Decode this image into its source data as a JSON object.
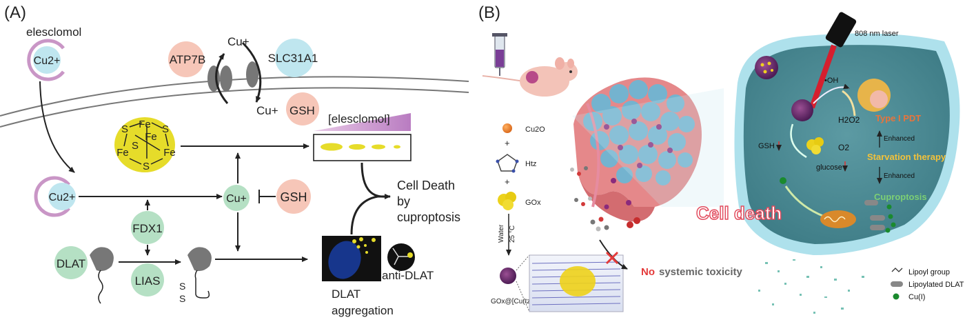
{
  "panel_a": {
    "label": "(A)",
    "elesclomol": "elesclomol",
    "cu2_top": "Cu2+",
    "cu_plus_out": "Cu+",
    "atp7b": "ATP7B",
    "slc31a1": "SLC31A1",
    "cu_plus_in": "Cu+",
    "gsh_top": "GSH",
    "fes_cluster": [
      "Fe",
      "Fe",
      "S",
      "S",
      "Fe",
      "S",
      "Fe",
      "S"
    ],
    "elesclomol_gradient": "[elesclomol]",
    "cu2_mid": "Cu2+",
    "cu_plus_center": "Cu+",
    "gsh_mid": "GSH",
    "fdx1": "FDX1",
    "dlat": "DLAT",
    "lias": "LIAS",
    "disulfide_s1": "S",
    "disulfide_s2": "S",
    "cell_death_1": "Cell Death",
    "cell_death_2": "by",
    "cell_death_3": "cuproptosis",
    "anti_dlat": "anti-DLAT",
    "dlat_agg_1": "DLAT",
    "dlat_agg_2": "aggregation"
  },
  "panel_b": {
    "label": "(B)",
    "laser": "808 nm laser",
    "cu2o": "Cu2O",
    "plus1": "+",
    "htz": "Htz",
    "plus2": "+",
    "gox": "GOx",
    "water": "Water",
    "temp": "25 °C",
    "nanoparticle": "GOx@[Cu(tz)]",
    "oh_radical": "•OH",
    "h2o2": "H2O2",
    "o2": "O2",
    "glucose": "glucose",
    "gsh": "GSH",
    "type_pdt": "Type I PDT",
    "enhanced1": "Enhanced",
    "starvation": "Starvation therapy",
    "enhanced2": "Enhanced",
    "cuproptosis": "Cuproptosis",
    "cell_death": "Cell death",
    "no_word": "No",
    "systemic": "systemic toxicity",
    "legend": [
      "Lipoyl group",
      "Lipoylated DLAT",
      "Cu(I)"
    ]
  },
  "colors": {
    "elesclomol": "#c996c6",
    "cu_bubble": "#bfe6ef",
    "pink_bubble": "#f6c6b8",
    "green_bubble": "#b5e0c4",
    "fes_yellow": "#e6dc2a",
    "membrane": "#777777",
    "cell_teal": "#6fa7ae",
    "tissue_pink": "#e5888a",
    "type_pdt": "#e8743b",
    "starvation": "#f3c23a",
    "cuproptosis": "#7ccf74"
  }
}
